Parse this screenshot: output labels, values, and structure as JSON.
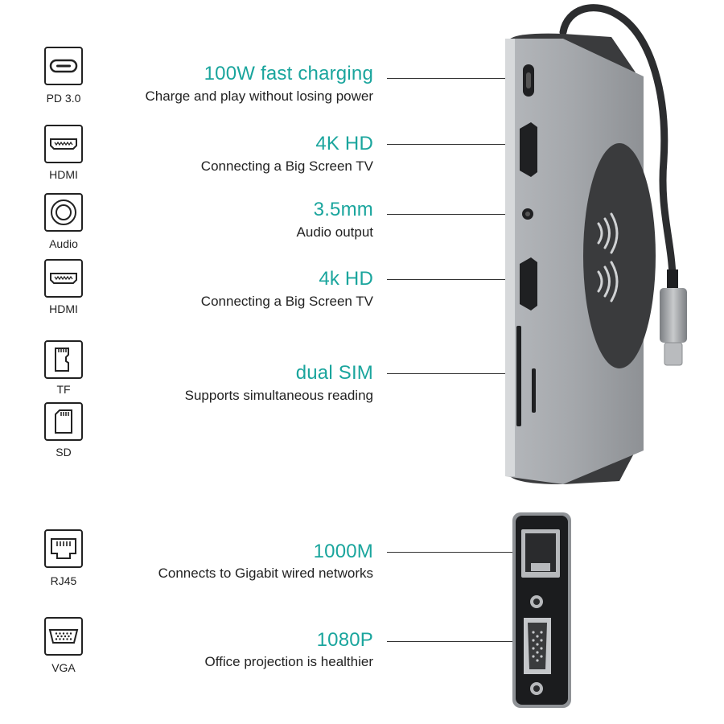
{
  "icons": [
    {
      "name": "usb-c-icon",
      "label": "PD 3.0"
    },
    {
      "name": "hdmi-icon",
      "label": "HDMI"
    },
    {
      "name": "audio-jack-icon",
      "label": "Audio"
    },
    {
      "name": "hdmi-icon",
      "label": "HDMI"
    },
    {
      "name": "tf-card-icon",
      "label": "TF"
    },
    {
      "name": "sd-card-icon",
      "label": "SD"
    },
    {
      "name": "rj45-icon",
      "label": "RJ45"
    },
    {
      "name": "vga-icon",
      "label": "VGA"
    }
  ],
  "features": [
    {
      "title": "100W fast charging",
      "desc": "Charge and play without losing power"
    },
    {
      "title": "4K HD",
      "desc": "Connecting a Big Screen TV"
    },
    {
      "title": "3.5mm",
      "desc": "Audio output"
    },
    {
      "title": "4k HD",
      "desc": "Connecting a Big Screen TV"
    },
    {
      "title": "dual SIM",
      "desc": "Supports simultaneous reading"
    },
    {
      "title": "1000M",
      "desc": "Connects to Gigabit wired networks"
    },
    {
      "title": "1080P",
      "desc": "Office projection is healthier"
    }
  ],
  "colors": {
    "accent": "#1aa59d",
    "hub_body": "#a7aaae",
    "wireless_pad": "#3a3b3d"
  }
}
